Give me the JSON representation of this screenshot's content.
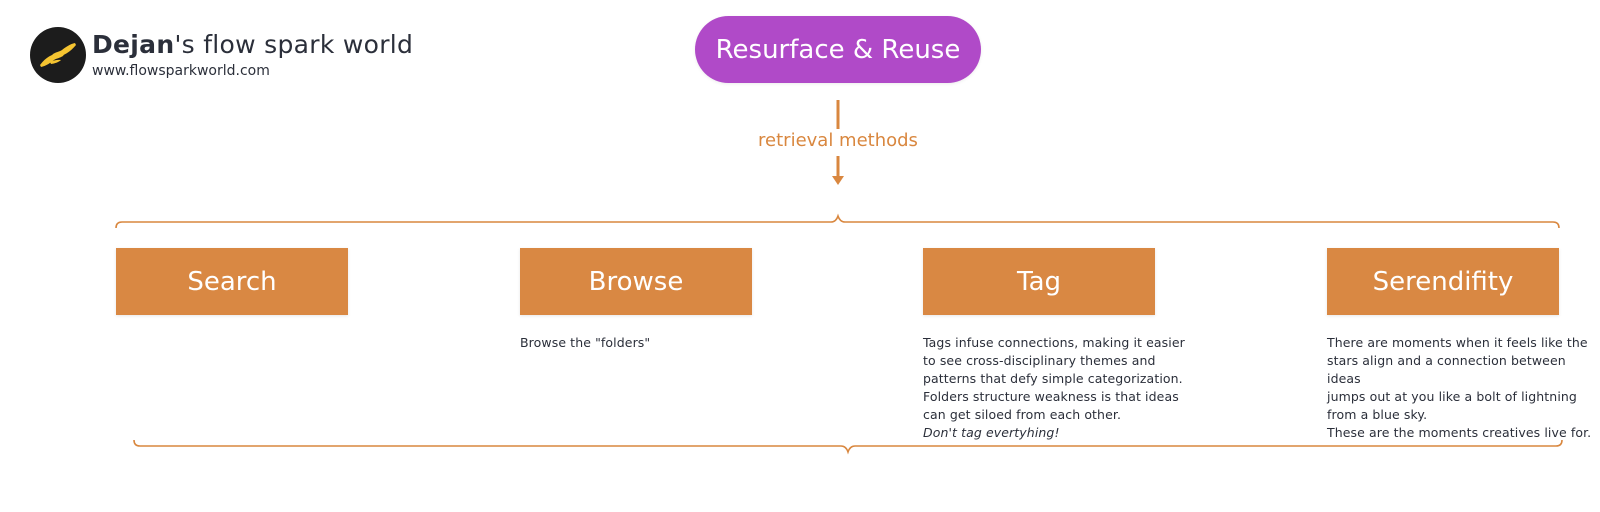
{
  "brand": {
    "name_bold": "Dejan",
    "name_rest": "'s flow spark world",
    "url": "www.flowsparkworld.com",
    "logo_icon": "hands-icon",
    "logo_bg": "#1c1c1c",
    "logo_fg": "#f5c431"
  },
  "top_node": {
    "label": "Resurface & Reuse",
    "color": "#b04ac8"
  },
  "connector": {
    "label": "retrieval methods",
    "color": "#d9873f"
  },
  "methods": [
    {
      "label": "Search",
      "description": []
    },
    {
      "label": "Browse",
      "description": [
        "Browse the \"folders\""
      ]
    },
    {
      "label": "Tag",
      "description": [
        "Tags infuse connections, making it easier",
        "to see cross-disciplinary themes and",
        "patterns that defy simple categorization.",
        "Folders structure weakness is that ideas",
        "can get siloed from each other."
      ],
      "note": "Don't tag evertyhing!"
    },
    {
      "label": "Serendifity",
      "description": [
        "There are moments when it feels like the",
        "stars align and a connection between ideas",
        "jumps out at you like a bolt of lightning",
        "from a blue sky.",
        "These are the moments creatives live for."
      ]
    }
  ],
  "colors": {
    "method_box": "#d98843",
    "bracket": "#d9873f",
    "text": "#2b2f3a"
  }
}
